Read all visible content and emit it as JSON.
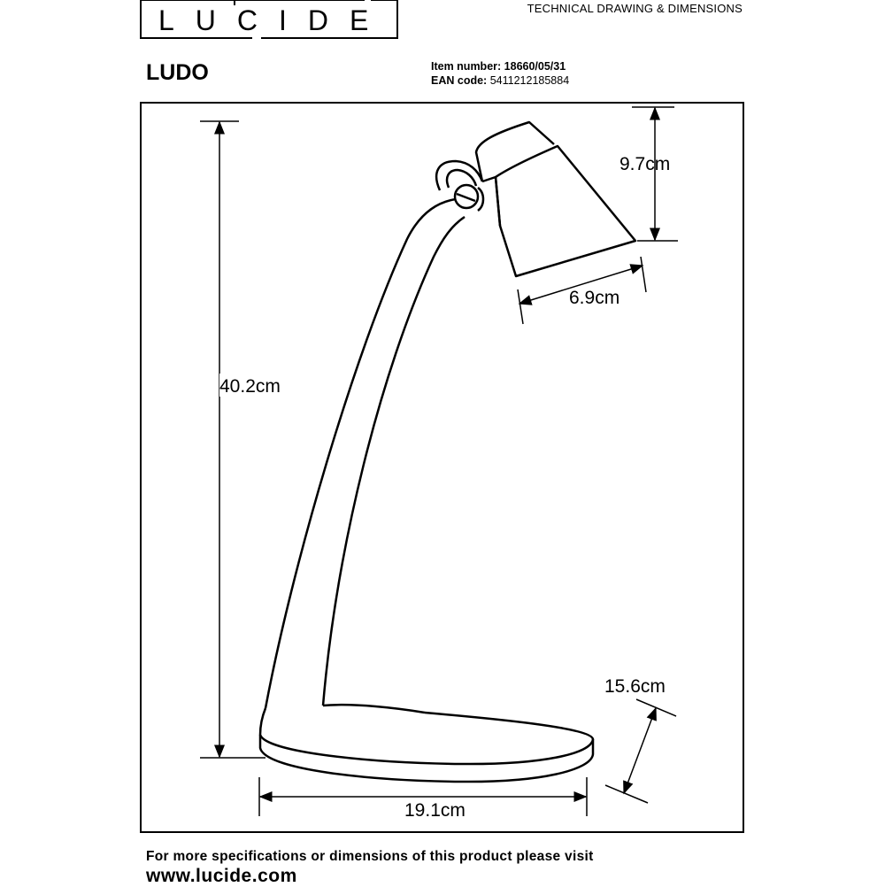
{
  "brand": {
    "logo_text": "LUCIDE"
  },
  "header": {
    "doc_type": "TECHNICAL DRAWING & DIMENSIONS"
  },
  "product": {
    "name": "LUDO",
    "item_number_label": "Item number:",
    "item_number": "18660/05/31",
    "ean_label": "EAN code",
    "ean": "5411212185884"
  },
  "dimensions": {
    "height_total": "40.2cm",
    "head_height": "9.7cm",
    "head_width": "6.9cm",
    "base_depth": "15.6cm",
    "base_width": "19.1cm"
  },
  "footer": {
    "text": "For more specifications or dimensions of this product please visit",
    "url": "www.lucide.com"
  }
}
